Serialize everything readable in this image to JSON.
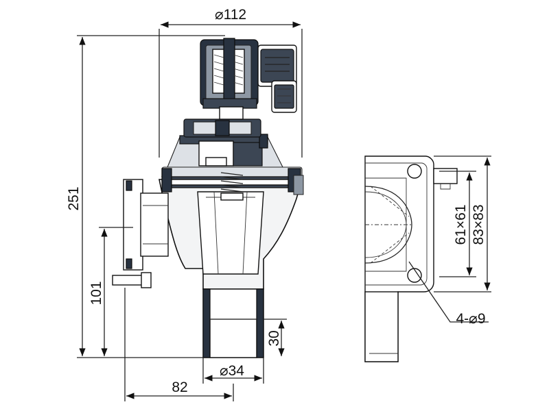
{
  "dimensions": {
    "top_diameter": "⌀112",
    "height_total": "251",
    "height_inlet": "101",
    "outlet_depth": "30",
    "outlet_diameter": "⌀34",
    "inlet_offset": "82",
    "flange_inner": "61×61",
    "flange_outer": "83×83",
    "bolt_holes": "4-⌀9"
  },
  "colors": {
    "line": "#111111",
    "coil_dark": "#3c4654",
    "body_fill": "#f3f4f5"
  }
}
